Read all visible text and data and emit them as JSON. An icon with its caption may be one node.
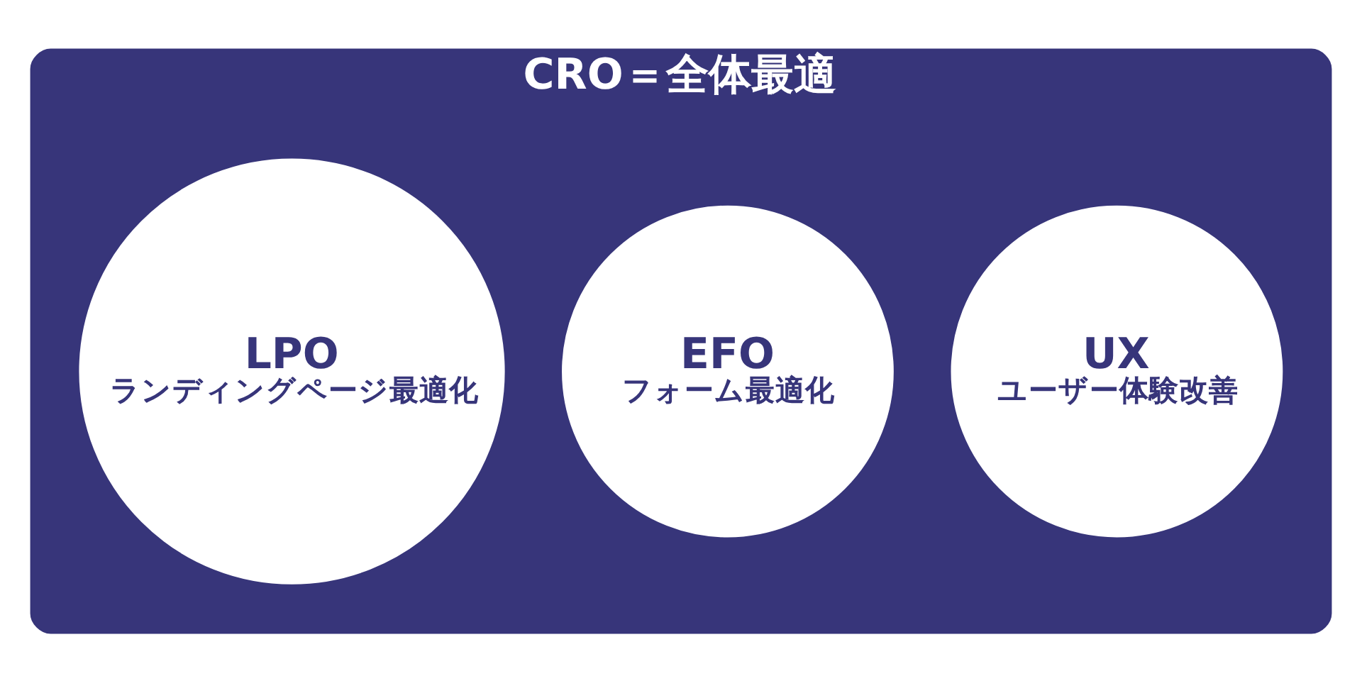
{
  "diagram": {
    "nodes": [
      {
        "text": [
          "CRO＝全体最適"
        ]
      },
      {
        "text": [
          "LPO",
          "ランディングページ最適化"
        ],
        "in": 0
      },
      {
        "text": [
          "EFO",
          "フォーム最適化"
        ],
        "in": 0
      },
      {
        "text": [
          "UX",
          "ユーザー体験改善"
        ],
        "in": 0
      }
    ]
  }
}
